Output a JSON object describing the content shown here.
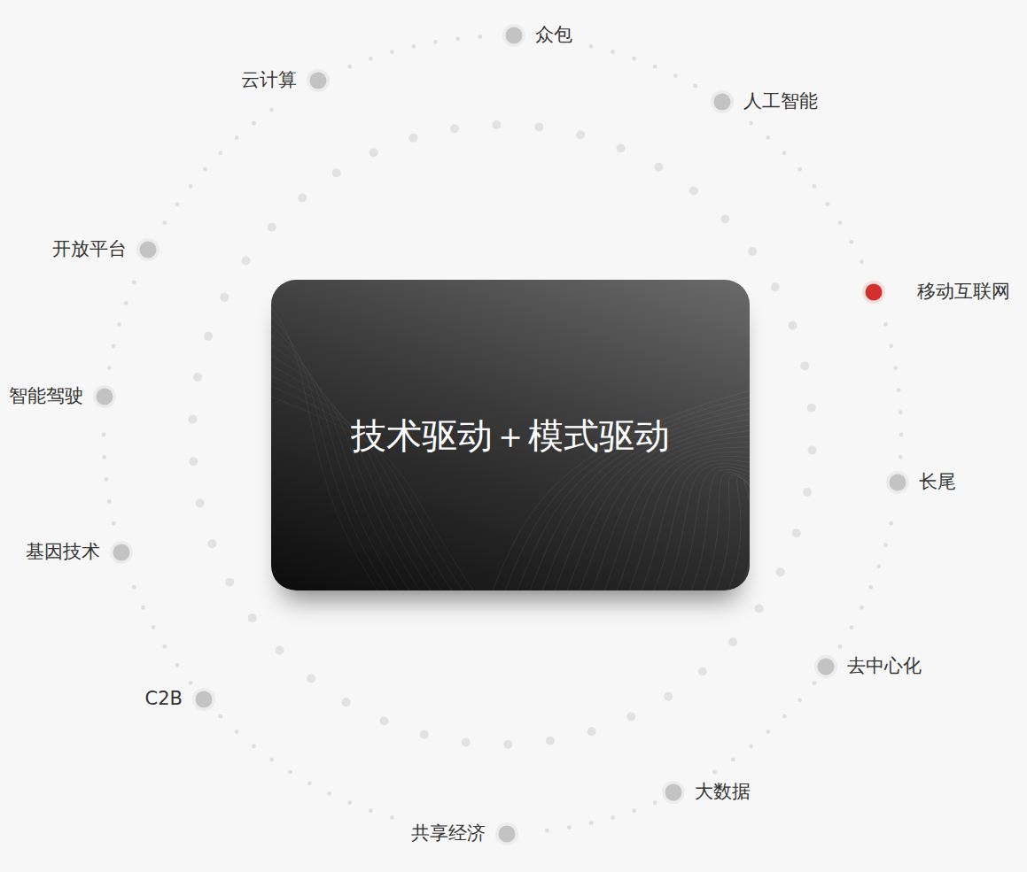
{
  "diagram": {
    "nodes": [
      {
        "text": [
          "技术驱动＋模式驱动"
        ]
      }
    ],
    "labels": [
      "众包",
      "人工智能",
      "移动互联网",
      "长尾",
      "去中心化",
      "大数据",
      "共享经济",
      "C2B",
      "基因技术",
      "智能驾驶",
      "开放平台",
      "云计算"
    ]
  }
}
